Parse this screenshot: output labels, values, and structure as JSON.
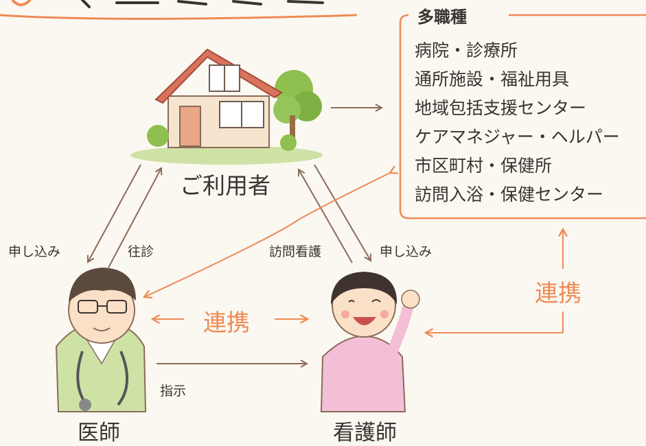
{
  "colors": {
    "background": "#fbf8f1",
    "accent_orange": "#ee8a55",
    "arrow_gray": "#8a6a58",
    "text": "#3a3330"
  },
  "nodes": {
    "user": "ご利用者",
    "doctor": "医師",
    "nurse": "看護師"
  },
  "edges": {
    "user_to_doctor": "申し込み",
    "doctor_to_user": "往診",
    "nurse_to_user": "訪問看護",
    "user_to_nurse": "申し込み",
    "doctor_to_nurse": "指示",
    "doctor_nurse_link": "連携",
    "nurse_network_link": "連携"
  },
  "network": {
    "title": "多職種",
    "items": [
      "病院・診療所",
      "通所施設・福祉用具",
      "地域包括支援センター",
      "ケアマネジャー・ヘルパー",
      "市区町村・保健所",
      "訪問入浴・保健センター"
    ]
  },
  "icons": [
    "house-icon",
    "doctor-icon",
    "nurse-icon",
    "tree-icon"
  ]
}
